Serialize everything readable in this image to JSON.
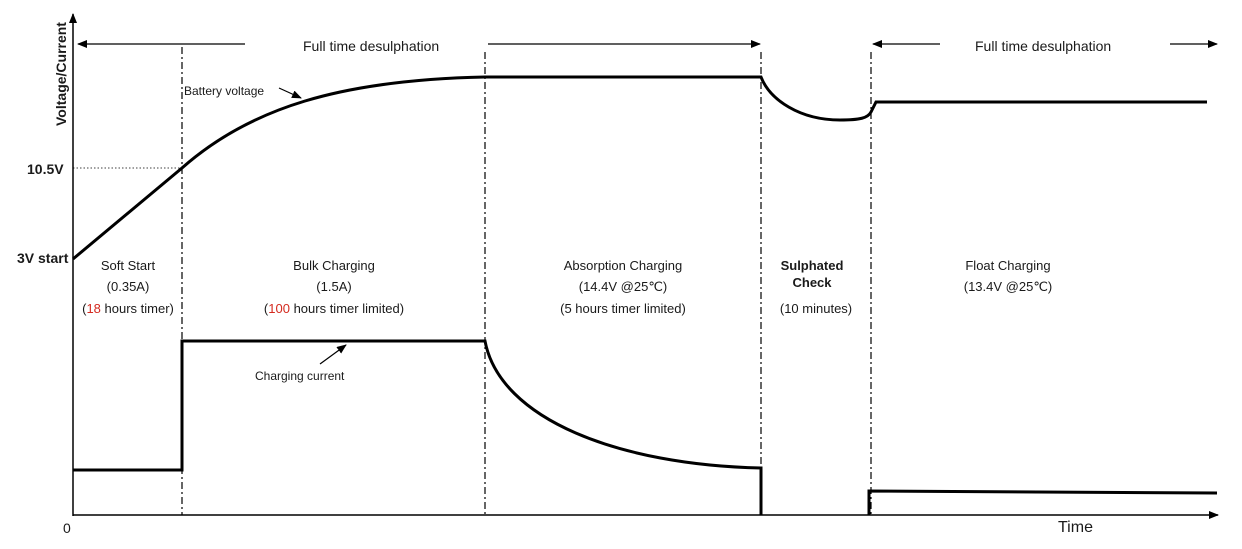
{
  "axes": {
    "y_title": "Voltage/Current",
    "x_title": "Time",
    "origin": "0",
    "tick_10v5": "10.5V",
    "tick_3v": "3V start"
  },
  "header": {
    "left": "Full time desulphation",
    "right": "Full time desulphation"
  },
  "annotations": {
    "battery_voltage": "Battery voltage",
    "charging_current": "Charging current"
  },
  "stages": {
    "soft": {
      "title": "Soft Start",
      "current": "(0.35A)",
      "timer_open": "(",
      "timer_num": "18",
      "timer_rest": " hours timer)"
    },
    "bulk": {
      "title": "Bulk Charging",
      "current": "(1.5A)",
      "timer_open": "(",
      "timer_num": "100",
      "timer_rest": " hours timer limited)"
    },
    "absorption": {
      "title": "Absorption Charging",
      "voltage": "(14.4V @25℃)",
      "timer": "(5 hours timer limited)"
    },
    "sulphated": {
      "title_line1": "Sulphated",
      "title_line2": "Check",
      "timer": "(10 minutes)"
    },
    "float": {
      "title": "Float Charging",
      "voltage": "(13.4V @25℃)"
    }
  },
  "colors": {
    "line": "#000000",
    "highlight": "#d42a1f",
    "text": "#1a1a1a"
  }
}
